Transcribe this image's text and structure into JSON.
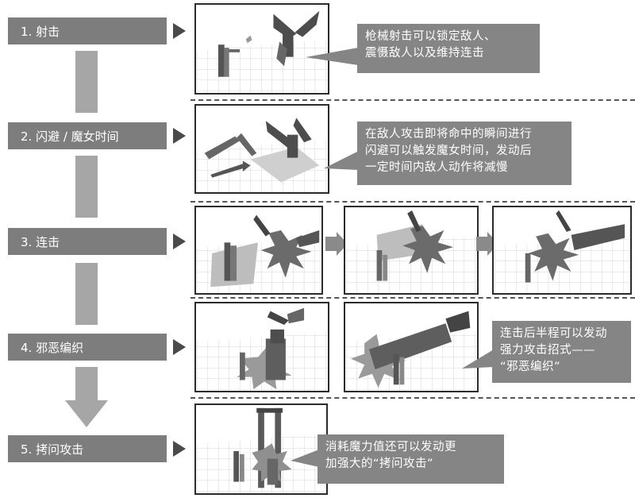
{
  "steps": [
    {
      "label": "1. 射击"
    },
    {
      "label": "2. 闪避 / 魔女时间"
    },
    {
      "label": "3. 连击"
    },
    {
      "label": "4. 邪恶编织"
    },
    {
      "label": "5. 拷问攻击"
    }
  ],
  "notes": {
    "shooting": [
      "枪械射击可以锁定敌人、",
      "震慑敌人以及维持连击"
    ],
    "dodge": [
      "在敌人攻击即将命中的瞬间进行",
      "闪避可以触发魔女时间，发动后",
      "一定时间内敌人动作将减慢"
    ],
    "wicked_weave": [
      "连击后半程可以发动",
      "强力攻击招式——",
      "“邪恶编织”"
    ],
    "torture": [
      "消耗魔力值还可以发动更",
      "加强大的“拷问攻击”"
    ]
  },
  "colors": {
    "label_bg": "#7d7d7d",
    "note_bg": "#858585",
    "connector": "#a6a6a6",
    "pointer": "#4a4a4a"
  }
}
